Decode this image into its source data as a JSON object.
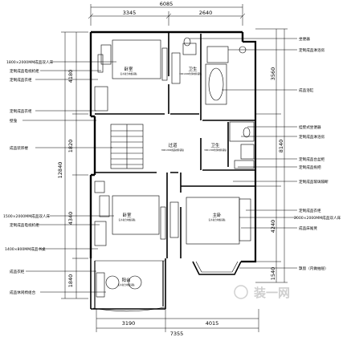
{
  "dimensions": {
    "top_overall": "6085",
    "top": [
      "3345",
      "2640"
    ],
    "bottom_overall": "7355",
    "bottom": [
      "3190",
      "4015"
    ],
    "left": [
      "4180",
      "1820",
      "12840",
      "4340",
      "1840"
    ],
    "right": [
      "3560",
      "8140",
      "4240",
      "1540"
    ]
  },
  "rooms": {
    "bedroom_top": {
      "name": "卧室",
      "sub": "实木复合地板铺贴"
    },
    "bath_top": {
      "name": "卫生",
      "sub": "300×600防滑地砖铺贴"
    },
    "corridor": {
      "name": "过道",
      "sub": "800×800成品地砖铺贴"
    },
    "bath_mid": {
      "name": "卫生",
      "sub": "300×300防滑地砖铺贴"
    },
    "bedroom_left": {
      "name": "卧室",
      "sub": "实木复合地板铺贴"
    },
    "master": {
      "name": "主卧",
      "sub": "实木复合地板铺贴"
    },
    "balcony": {
      "name": "阳台",
      "sub": "实木复合地板铺贴"
    }
  },
  "left_labels": [
    "1800×2000MM成品双人床",
    "定制成品电视机柜",
    "定制成品衣柜",
    "定制成品衣柜",
    "壁龛",
    "成品装饰楼",
    "1500×2000MM成品双人床",
    "定制成品电视机柜",
    "1400×800MM成品书桌",
    "成品衣柜",
    "成品休闲椅组合"
  ],
  "right_labels": [
    "坐便器",
    "定制成品淋浴房",
    "成品浴缸",
    "挂壁式坐便器",
    "定制成品淋浴房",
    "定制成品台盆柜",
    "定制成品拖把",
    "定制成品玻璃隔断",
    "定制成品衣柜",
    "2000×2000MM成品双人床",
    "成品床尾凳",
    "飘窗（内做抽屉）"
  ],
  "watermark": "装一网"
}
